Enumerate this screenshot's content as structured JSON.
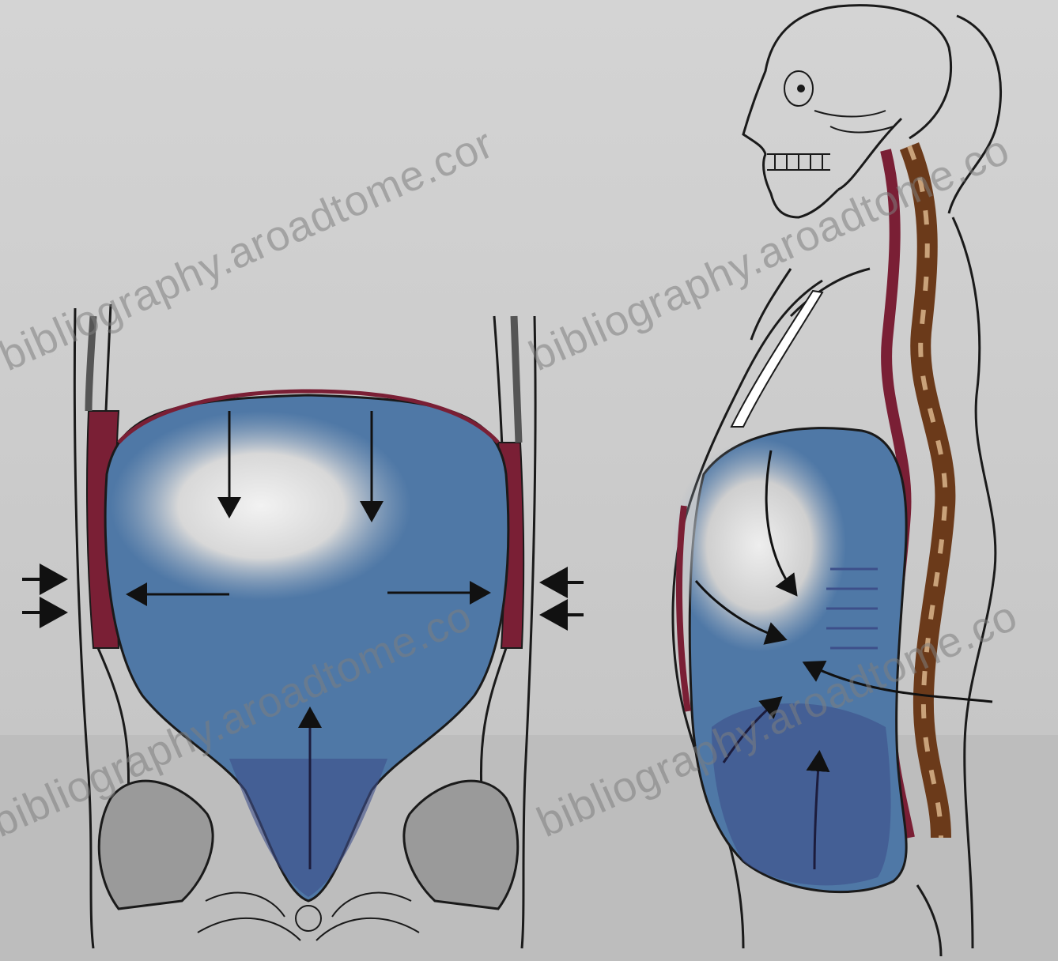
{
  "figure": {
    "watermarks": [
      "bibliography.aroadtome.cor",
      "bibliography.aroadtome.co",
      "bibliography.aroadtome.co",
      "bibliography.aroadtome.co"
    ]
  },
  "colors": {
    "background": "#c8c8c8",
    "abdomen_fill": "#4f78a6",
    "abdomen_dark": "#3d4f8a",
    "diaphragm_light": "#e8e8e8",
    "muscle": "#7a1f35",
    "spine": "#6b3a1a",
    "pelvis": "#9a9a9a",
    "outline": "#1a1a1a"
  },
  "icons": {
    "pressure_arrow": "arrow-icon"
  }
}
